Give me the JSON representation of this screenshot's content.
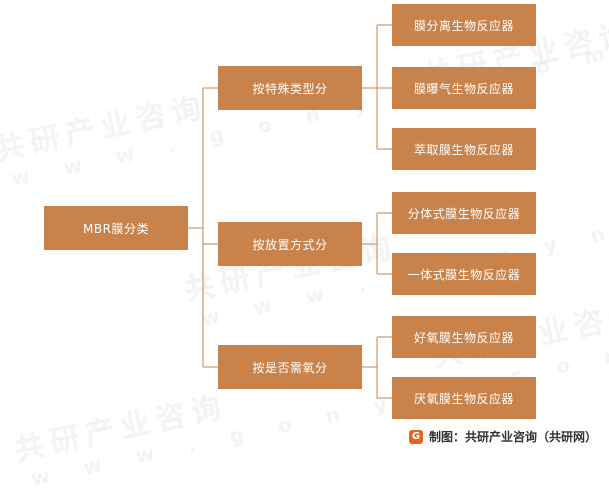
{
  "root": {
    "label": "MBR膜分类"
  },
  "groups": [
    {
      "label": "按特殊类型分",
      "children": [
        "膜分离生物反应器",
        "膜曝气生物反应器",
        "萃取膜生物反应器"
      ]
    },
    {
      "label": "按放置方式分",
      "children": [
        "分体式膜生物反应器",
        "一体式膜生物反应器"
      ]
    },
    {
      "label": "按是否需氧分",
      "children": [
        "好氧膜生物反应器",
        "厌氧膜生物反应器"
      ]
    }
  ],
  "source": {
    "text": "制图：共研产业咨询（共研网）"
  },
  "watermark": {
    "brand": "共研产业咨询",
    "url": "w w w . g o n y n . c o m"
  },
  "colors": {
    "box": "#c8824a",
    "line": "#c8824a",
    "logo": "#e0651e"
  }
}
